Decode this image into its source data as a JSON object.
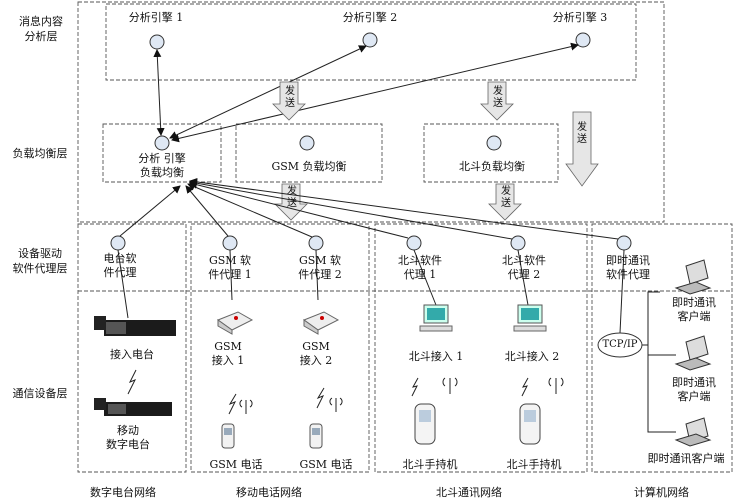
{
  "layers": {
    "message_analysis": "消息内容\n分析层",
    "load_balance": "负载均衡层",
    "driver_proxy": "设备驱动\n软件代理层",
    "comm_device": "通信设备层"
  },
  "engines": [
    "分析引擎 1",
    "分析引擎 2",
    "分析引擎 3"
  ],
  "balancers": {
    "analysis": "分析 引擎\n负载均衡",
    "gsm": "GSM 负载均衡",
    "beidou": "北斗负载均衡"
  },
  "send_label": "发送",
  "proxies": {
    "radio": "电台软\n件代理",
    "gsm1": "GSM 软\n件代理 1",
    "gsm2": "GSM 软\n件代理 2",
    "bd1": "北斗软件\n代理 1",
    "bd2": "北斗软件\n代理 2",
    "im": "即时通讯\n软件代理"
  },
  "devices": {
    "access_radio": "接入电台",
    "mobile_radio": "移动\n数字电台",
    "gsm_access1": "GSM\n接入 1",
    "gsm_access2": "GSM\n接入 2",
    "gsm_phone1": "GSM 电话",
    "gsm_phone2": "GSM 电话",
    "bd_access1": "北斗接入 1",
    "bd_access2": "北斗接入 2",
    "bd_handheld1": "北斗手持机",
    "bd_handheld2": "北斗手持机",
    "tcpip": "TCP/IP",
    "im_client1": "即时通讯\n客户端",
    "im_client2": "即时通讯\n客户端",
    "im_client3": "即时通讯客户端"
  },
  "networks": {
    "digital_radio": "数字电台网络",
    "mobile_phone": "移动电话网络",
    "beidou": "北斗通讯网络",
    "computer": "计算机网络"
  }
}
